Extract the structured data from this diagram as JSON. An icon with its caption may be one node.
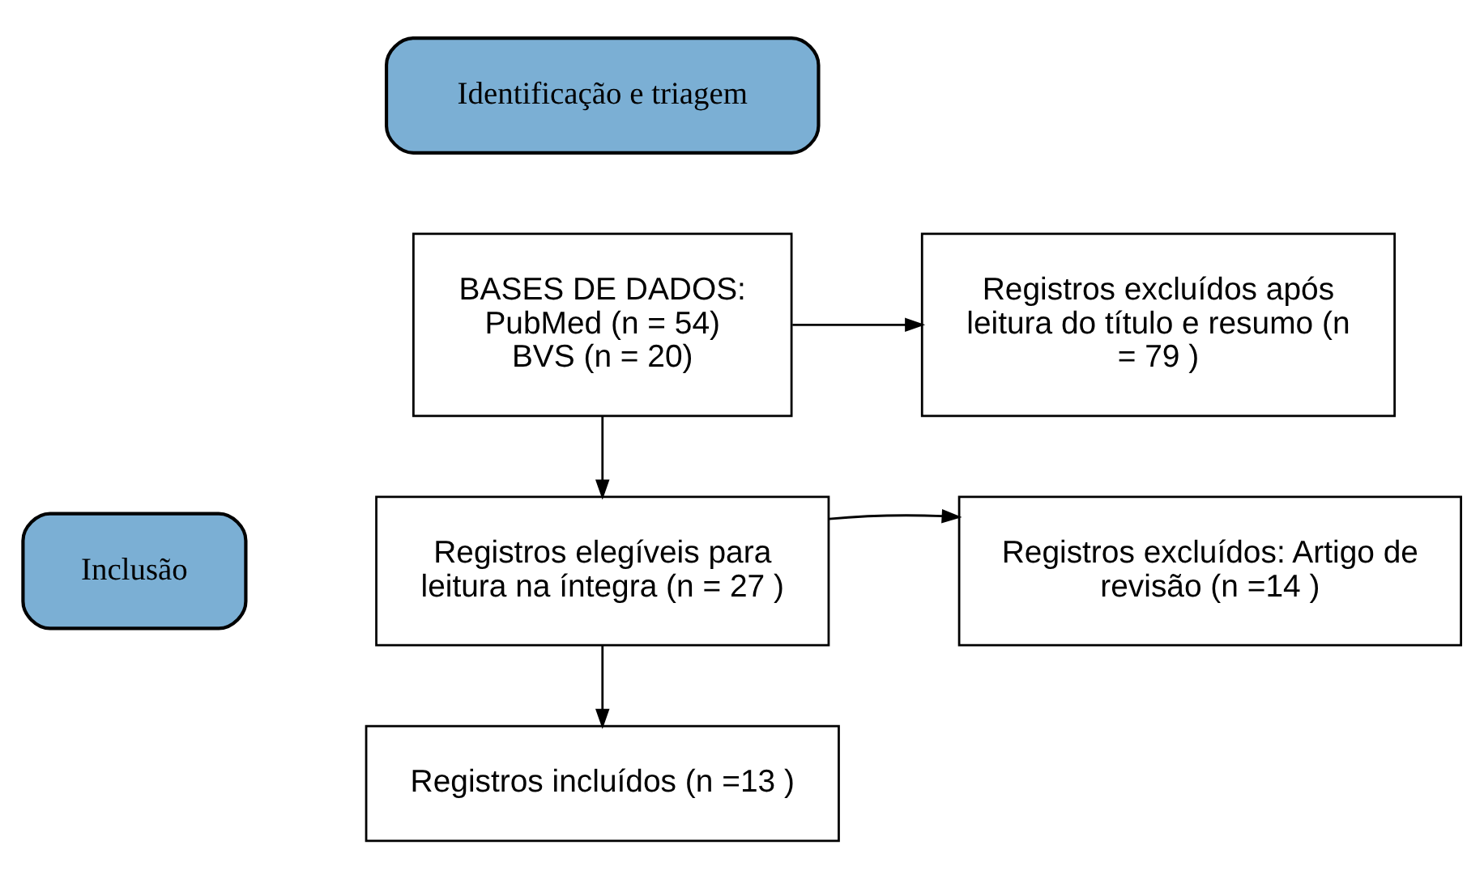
{
  "diagram": {
    "nodes": [
      {
        "text": [
          "Identificação e triagem"
        ]
      },
      {
        "text": [
          "BASES DE DADOS:",
          "PubMed (n = 54)",
          "BVS (n = 20)"
        ]
      },
      {
        "text": [
          "Registros excluídos após leitura do título e resumo (n = 79 )"
        ]
      },
      {
        "text": [
          "Inclusão"
        ]
      },
      {
        "text": [
          "Registros elegíveis para leitura na íntegra (n = 27 )"
        ]
      },
      {
        "text": [
          "Registros excluídos: Artigo de revisão (n =14 )"
        ]
      },
      {
        "text": [
          "Registros incluídos (n =13 )"
        ]
      }
    ],
    "edges": [
      {
        "from": 1,
        "to": 2,
        "arrow": "to"
      },
      {
        "from": 1,
        "to": 4,
        "arrow": "to"
      },
      {
        "from": 4,
        "to": 5,
        "arrow": "to"
      },
      {
        "from": 4,
        "to": 6,
        "arrow": "to"
      }
    ]
  }
}
